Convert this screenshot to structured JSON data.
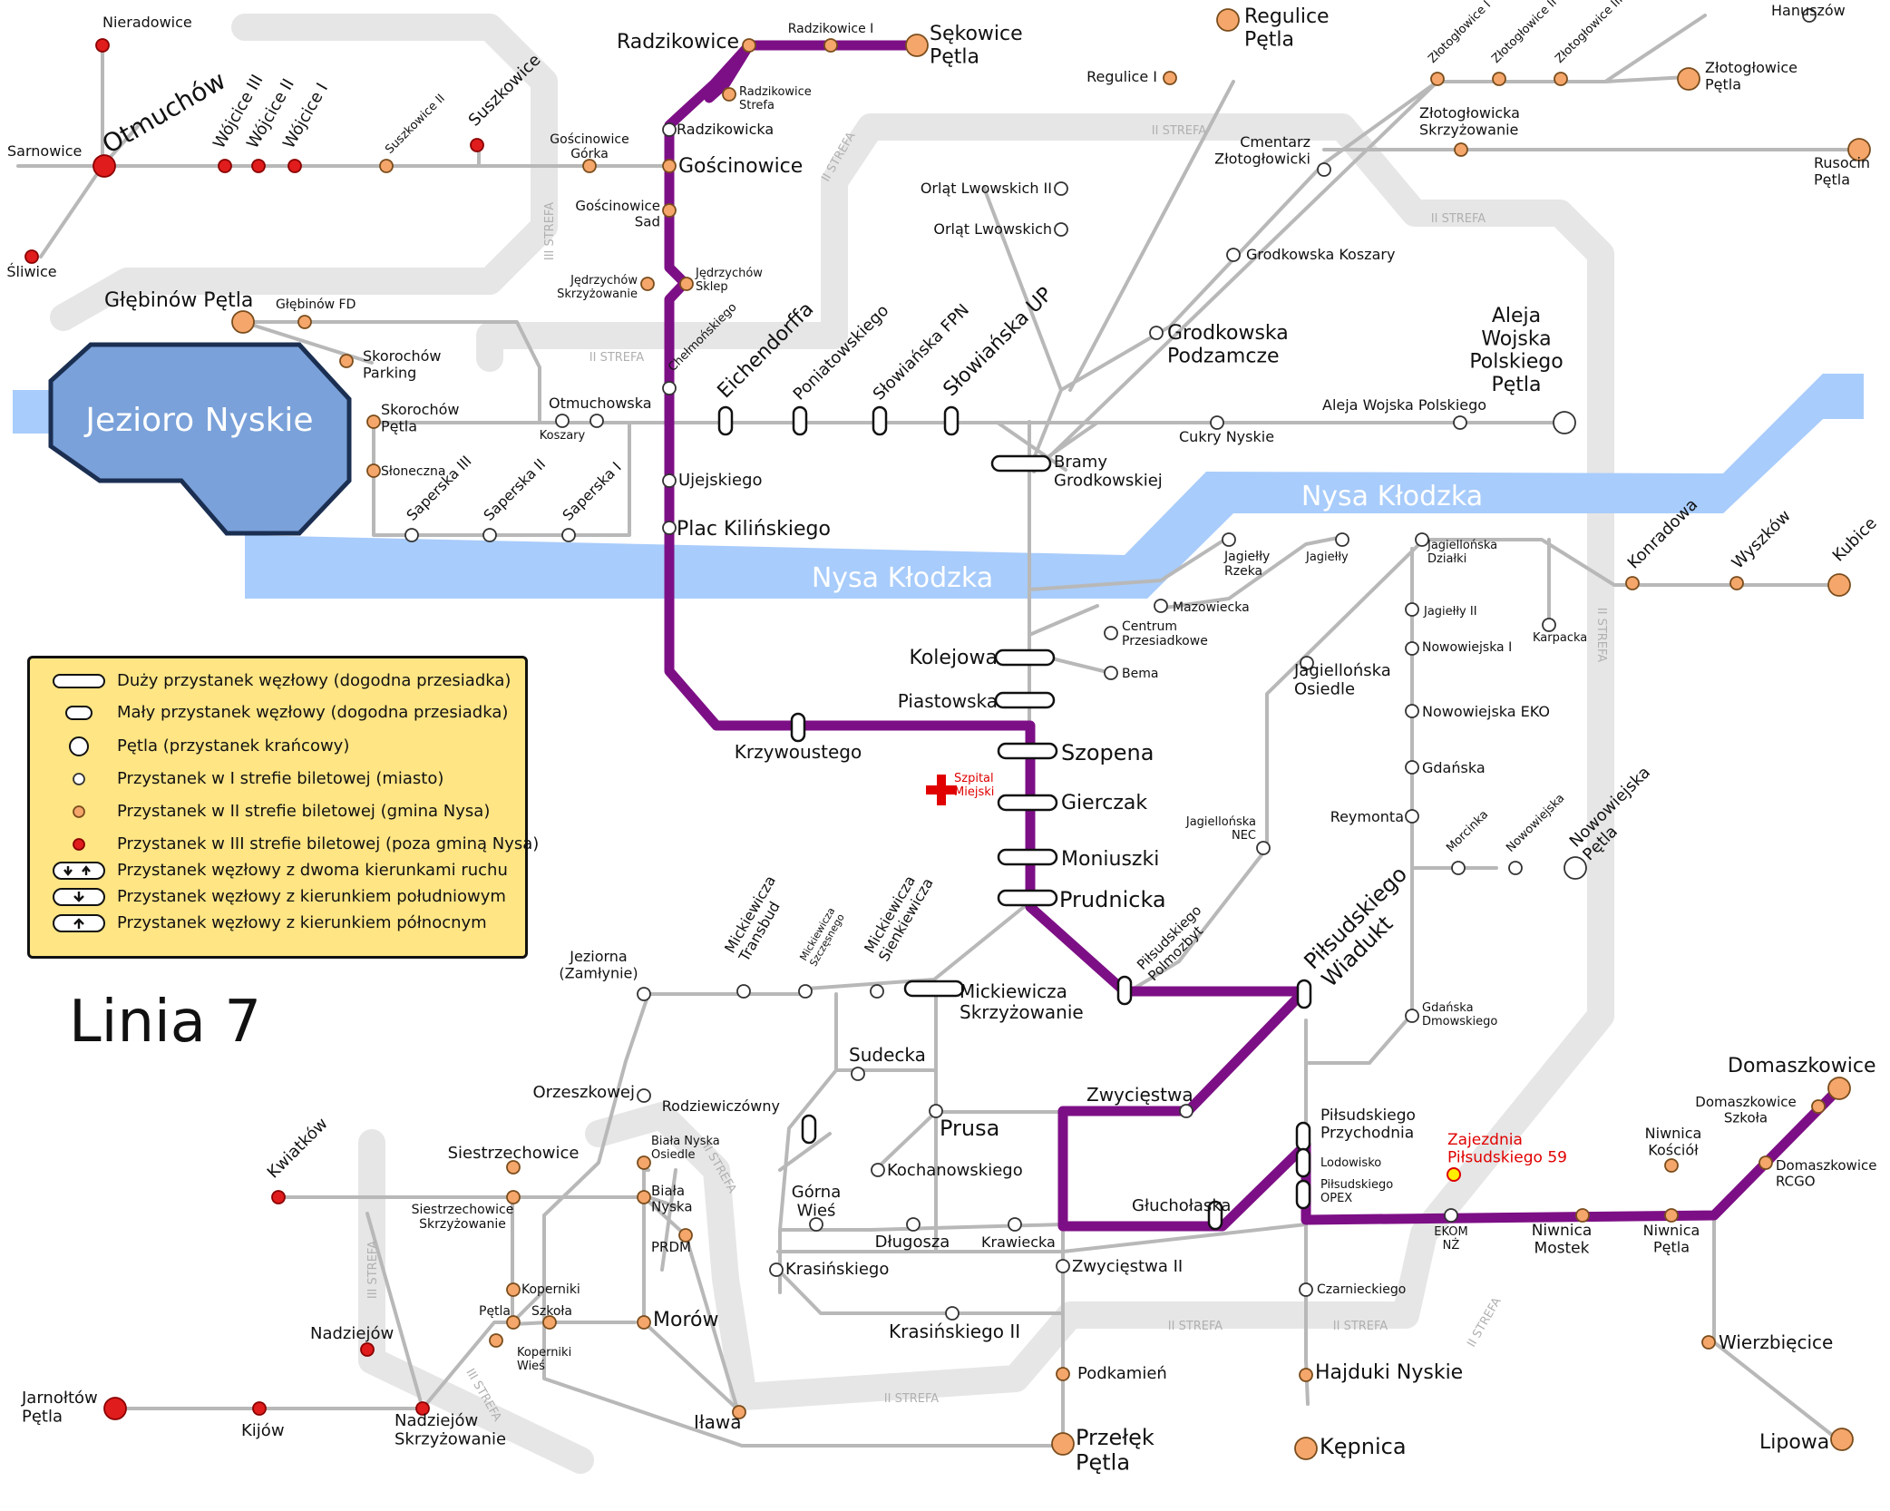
{
  "title": "Linia 7",
  "colors": {
    "route": "#7d0f86",
    "zone_band": "#e6e6e6",
    "river": "#a8ccfb",
    "lake_fill": "#7aa1d9",
    "lake_border": "#1b2f52",
    "zone1": "#ffffff",
    "zone2": "#f5a66b",
    "zone3": "#e01c1c",
    "legend_bg": "#ffe584",
    "depot": "#ffee00",
    "accent_red": "#e00000"
  },
  "lake_label": "Jezioro Nyskie",
  "river_labels": [
    "Nysa Kłodzka",
    "Nysa Kłodzka"
  ],
  "zone_labels": [
    "III STREFA",
    "II STREFA",
    "II STREFA",
    "II STREFA",
    "II STREFA",
    "II STREFA",
    "II STREFA",
    "II STREFA",
    "III STREFA",
    "III STREFA",
    "II STREFA",
    "II STREFA",
    "II STREFA"
  ],
  "hospital": "Szpital\nMiejski",
  "depot": "Zajezdnia\nPiłsudskiego 59",
  "legend": [
    {
      "icon": "big-hub",
      "text": "Duży przystanek węzłowy (dogodna przesiadka)"
    },
    {
      "icon": "small-hub",
      "text": "Mały przystanek węzłowy (dogodna przesiadka)"
    },
    {
      "icon": "terminus",
      "text": "Pętla (przystanek krańcowy)"
    },
    {
      "icon": "zone1",
      "text": "Przystanek w I strefie biletowej (miasto)"
    },
    {
      "icon": "zone2",
      "text": "Przystanek w II strefie biletowej (gmina Nysa)"
    },
    {
      "icon": "zone3",
      "text": "Przystanek w III strefie biletowej (poza gminą Nysa)"
    },
    {
      "icon": "both-dir",
      "text": "Przystanek węzłowy z dwoma kierunkami ruchu"
    },
    {
      "icon": "south-dir",
      "text": "Przystanek węzłowy z kierunkiem południowym"
    },
    {
      "icon": "north-dir",
      "text": "Przystanek węzłowy z kierunkiem północnym"
    }
  ],
  "stops": [
    "Nieradowice",
    "Otmuchów",
    "Sarnowice",
    "Śliwice",
    "Wójcice III",
    "Wójcice II",
    "Wójcice I",
    "Suszkowice II",
    "Suszkowice",
    "Gościnowice\nGórka",
    "Gościnowice",
    "Gościnowice\nSad",
    "Radzikowice",
    "Radzikowice I",
    "Sękowice\nPętla",
    "Radzikowice\nStrefa",
    "Radzikowicka",
    "Jędrzychów\nSkrzyżowanie",
    "Jędrzychów\nSklep",
    "Chełmońskiego",
    "Głębinów Pętla",
    "Głębinów FD",
    "Skorochów\nParking",
    "Skorochów\nPętla",
    "Koszary",
    "Otmuchowska",
    "Słoneczna",
    "Saperska III",
    "Saperska II",
    "Saperska I",
    "Ujejskiego",
    "Plac Kilińskiego",
    "Eichendorffa",
    "Poniatowskiego",
    "Słowiańska FPN",
    "Słowiańska UP",
    "Regulice I",
    "Regulice\nPętla",
    "Orląt Lwowskich II",
    "Orląt Lwowskich",
    "Grodkowska Koszary",
    "Grodkowska\nPodzamcze",
    "Cmentarz\nZłotogłowicki",
    "Złotogłowice I",
    "Złotogłowice II",
    "Złotogłowice III",
    "Hanuszów",
    "Złotogłowice\nPętla",
    "Złotogłowicka\nSkrzyżowanie",
    "Rusocin\nPętla",
    "Aleja Wojska Polskiego",
    "Aleja\nWojska\nPolskiego\nPętla",
    "Cukry Nyskie",
    "Bramy\nGrodkowskiej",
    "Jagiełły\nRzeka",
    "Jagiełły",
    "Mazowiecka",
    "Jagiellońska\nDziałki",
    "Jagiełły II",
    "Karpacka",
    "Konradowa",
    "Wyszków",
    "Kubice",
    "Centrum\nPrzesiadkowe",
    "Bema",
    "Kolejowa",
    "Piastowska",
    "Krzywoustego",
    "Szopena",
    "Gierczak",
    "Moniuszki",
    "Prudnicka",
    "Jagiellońska\nOsiedle",
    "Nowowiejska I",
    "Nowowiejska EKO",
    "Gdańska",
    "Reymonta",
    "Morcinka",
    "Nowowiejska",
    "Nowowiejska\nPętla",
    "Jagiellońska\nNEC",
    "Piłsudskiego\nPolmozbyt",
    "Piłsudskiego\nWiadukt",
    "Gdańska\nDmowskiego",
    "Jeziorna\n(Zamłynie)",
    "Mickiewicza\nTransbud",
    "Mickiewicza\nSzczęsnego",
    "Mickiewicza\nSienkiewicza",
    "Mickiewicza\nSkrzyżowanie",
    "Orzeszkowej",
    "Sudecka",
    "Rodziewiczówny",
    "Prusa",
    "Zwycięstwa",
    "Kochanowskiego",
    "Górna\nWieś",
    "Długosza",
    "Krawiecka",
    "Krasińskiego",
    "Zwycięstwa II",
    "Krasińskiego II",
    "Głuchołaska",
    "Piłsudskiego\nPrzychodnia",
    "Lodowisko",
    "Piłsudskiego\nOPEX",
    "EKOM\nNŻ",
    "Niwnica\nMostek",
    "Niwnica\nKościół",
    "Niwnica\nPętla",
    "Domaszkowice\nSzkoła",
    "Domaszkowice\nRCGO",
    "Domaszkowice",
    "Wierzbięcice",
    "Lipowa",
    "Czarnieckiego",
    "Hajduki Nyskie",
    "Kępnica",
    "Podkamień",
    "Przełęk\nPętla",
    "Kwiatków",
    "Siestrzechowice",
    "Siestrzechowice\nSkrzyżowanie",
    "Biała Nyska\nOsiedle",
    "Biała\nNyska",
    "PRDM",
    "Koperniki",
    "Pętla",
    "Szkoła",
    "Koperniki\nWieś",
    "Morów",
    "Iława",
    "Nadziejów",
    "Nadziejów\nSkrzyżowanie",
    "Jarnołtów\nPętla",
    "Kijów"
  ]
}
